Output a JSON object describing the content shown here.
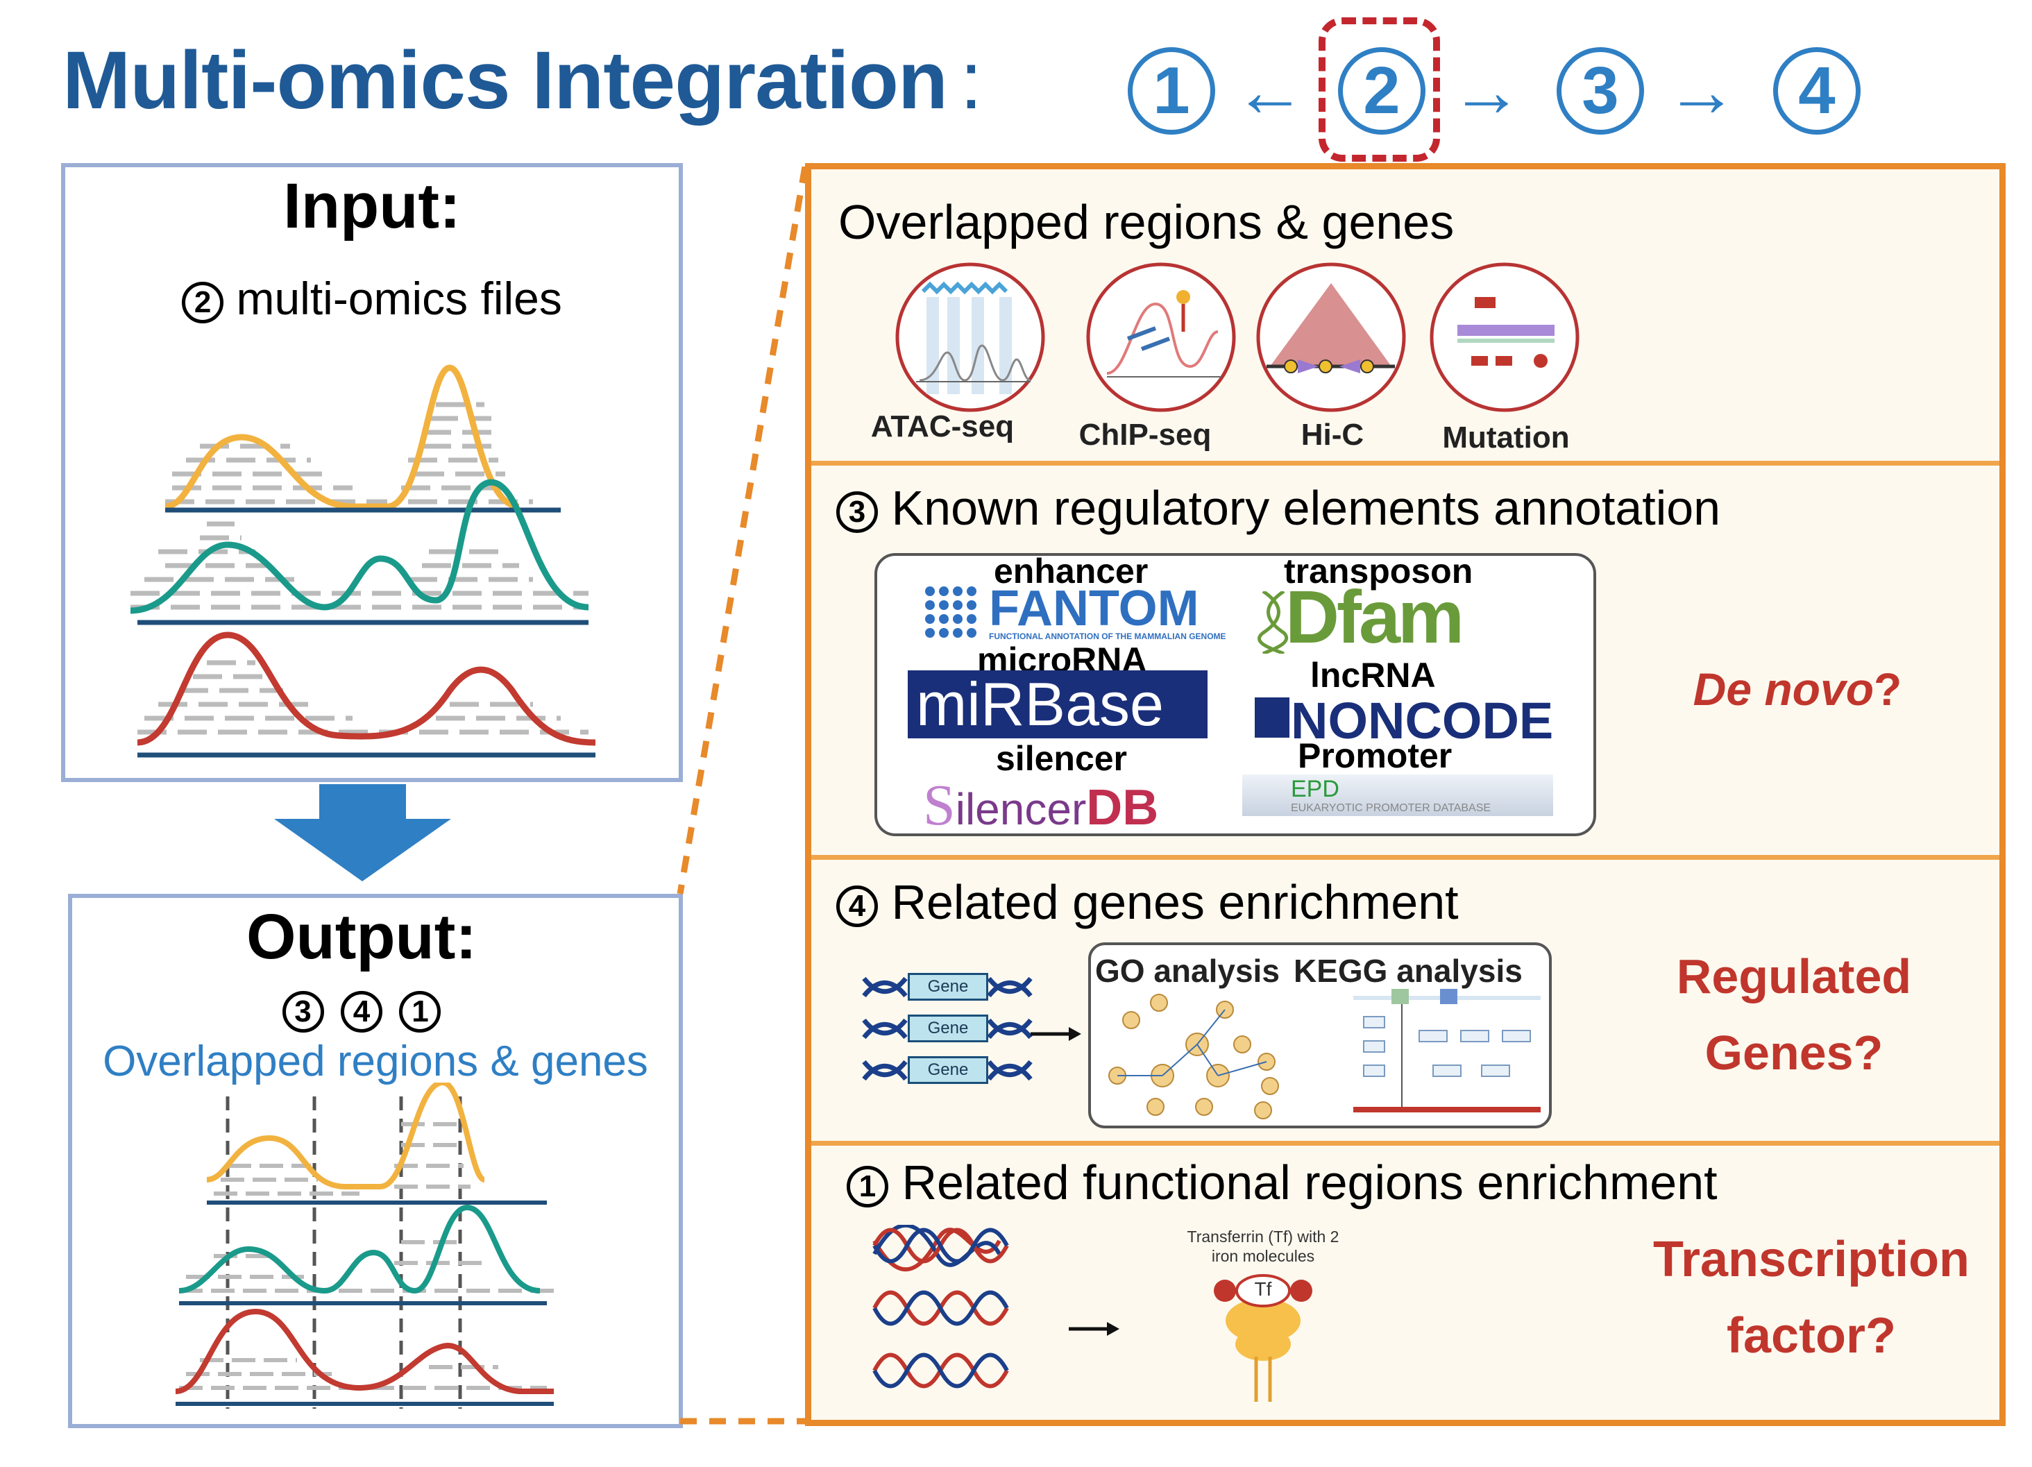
{
  "header": {
    "title": "Multi-omics Integration",
    "colon": ":",
    "steps": [
      "1",
      "2",
      "3",
      "4"
    ],
    "selected_step": "2",
    "arrows": [
      "←",
      "→",
      "→"
    ]
  },
  "input_panel": {
    "title": "Input:",
    "step_num": "2",
    "subtitle": "multi-omics files",
    "track_colors": [
      "#f2b23f",
      "#1a9a8a",
      "#c23a30"
    ]
  },
  "output_panel": {
    "title": "Output:",
    "step_nums": [
      "3",
      "4",
      "1"
    ],
    "subtitle": "Overlapped regions & genes"
  },
  "section1": {
    "title": "Overlapped regions & genes",
    "assays": [
      "ATAC-seq",
      "ChIP-seq",
      "Hi-C",
      "Mutation"
    ]
  },
  "section2": {
    "step_num": "3",
    "title": "Known regulatory elements annotation",
    "categories": [
      "enhancer",
      "transposon",
      "microRNA",
      "lncRNA",
      "silencer",
      "Promoter"
    ],
    "databases": {
      "fantom": "FANTOM",
      "fantom_tag": "FUNCTIONAL ANNOTATION OF THE MAMMALIAN GENOME",
      "dfam": "Dfam",
      "mirbase": "miRBase",
      "noncode": "NONCODE",
      "silencer_s": "S",
      "silencer_rest": "ilencer",
      "silencer_db": "DB",
      "epd": "EPD",
      "epd_tag": "EUKARYOTIC PROMOTER DATABASE"
    },
    "question_part1": "De novo",
    "question_part2": "?"
  },
  "section3": {
    "step_num": "4",
    "title": "Related genes enrichment",
    "gene_labels": [
      "Gene",
      "Gene",
      "Gene"
    ],
    "analyses": [
      "GO analysis",
      "KEGG analysis"
    ],
    "question_lines": [
      "Regulated",
      "Genes?"
    ]
  },
  "section4": {
    "step_num": "1",
    "title": "Related functional regions enrichment",
    "tf_caption_lines": [
      "Transferrin (Tf) with 2",
      "iron molecules"
    ],
    "tf_label": "Tf",
    "question_lines": [
      "Transcription",
      "factor?"
    ]
  }
}
